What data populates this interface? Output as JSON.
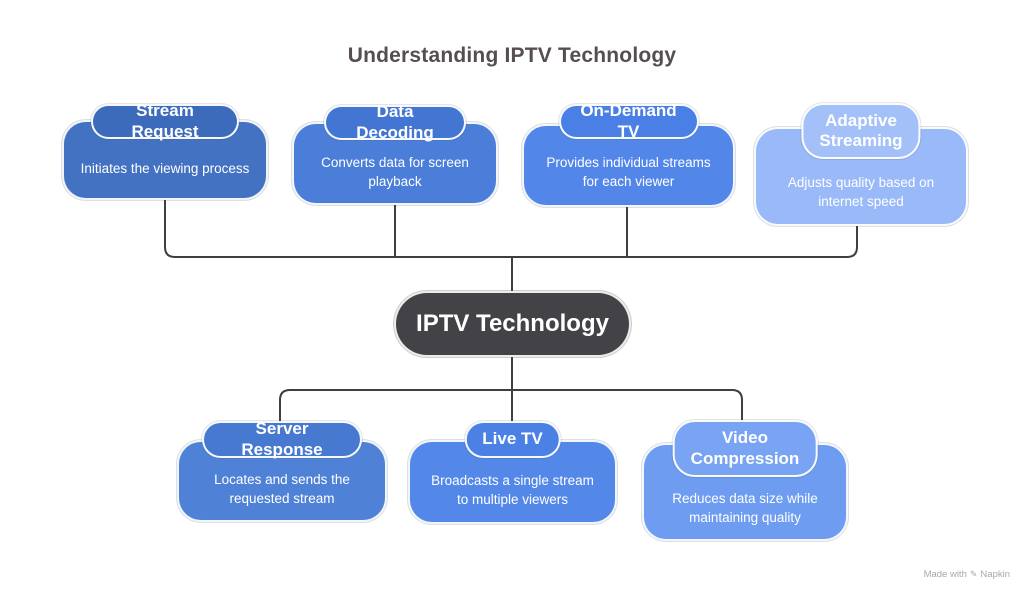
{
  "title": "Understanding IPTV Technology",
  "center_node": {
    "label": "IPTV Technology",
    "fill": "#434347",
    "text_color": "#ffffff"
  },
  "nodes": [
    {
      "id": "stream-request",
      "group": "top",
      "title": "Stream Request",
      "description": "Initiates the viewing process",
      "fill": "#4472c2",
      "pill_fill": "#3d6bbc"
    },
    {
      "id": "data-decoding",
      "group": "top",
      "title": "Data Decoding",
      "description": "Converts data for screen\nplayback",
      "fill": "#4a7ed8",
      "pill_fill": "#4376d2"
    },
    {
      "id": "on-demand-tv",
      "group": "top",
      "title": "On-Demand TV",
      "description": "Provides individual streams\nfor each viewer",
      "fill": "#5287e9",
      "pill_fill": "#4a80e5"
    },
    {
      "id": "adaptive-streaming",
      "group": "top",
      "title": "Adaptive\nStreaming",
      "description": "Adjusts quality based on\ninternet speed",
      "fill": "#9ab9f8",
      "pill_fill": "#a4c0f9"
    },
    {
      "id": "server-response",
      "group": "bottom",
      "title": "Server Response",
      "description": "Locates and sends the\nrequested stream",
      "fill": "#4f82d6",
      "pill_fill": "#4779d0"
    },
    {
      "id": "live-tv",
      "group": "bottom",
      "title": "Live TV",
      "description": "Broadcasts a single stream\nto multiple viewers",
      "fill": "#5388e9",
      "pill_fill": "#4b80e5"
    },
    {
      "id": "video-compression",
      "group": "bottom",
      "title": "Video\nCompression",
      "description": "Reduces data size while\nmaintaining quality",
      "fill": "#6d9cf1",
      "pill_fill": "#78a4f3"
    }
  ],
  "watermark": {
    "prefix": "Made with",
    "suffix": "Napkin",
    "icon": "pen-icon"
  },
  "colors": {
    "background": "#ffffff",
    "connector": "#3e3e43",
    "title_text": "#564e4f"
  }
}
